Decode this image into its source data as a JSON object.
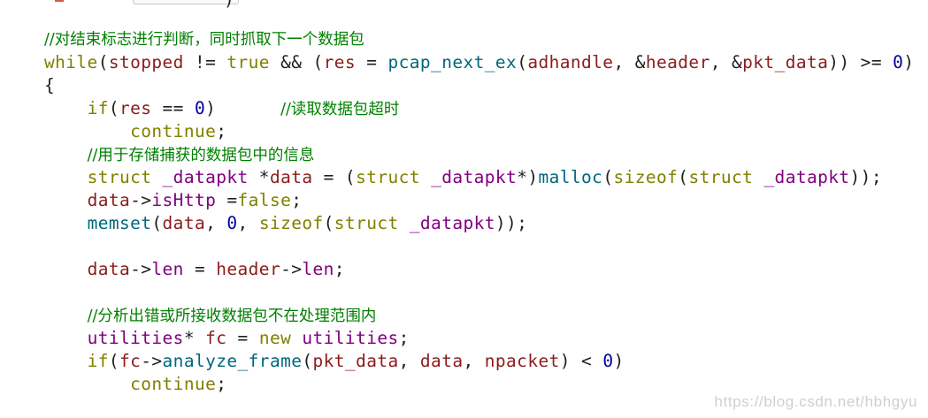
{
  "colors": {
    "plain": "#1f1f1f",
    "keyword": "#808000",
    "type": "#800080",
    "function": "#00677c",
    "variable": "#8b1c1c",
    "number": "#0000a0",
    "comment": "#008000",
    "operator": "#333333"
  },
  "code": {
    "lines": [
      {
        "tokens": [
          {
            "t": "//对结束标志进行判断，同时抓取下一个数据包",
            "k": "comment"
          }
        ]
      },
      {
        "tokens": [
          {
            "t": "while",
            "k": "keyword"
          },
          {
            "t": "(",
            "k": "plain"
          },
          {
            "t": "stopped",
            "k": "variable"
          },
          {
            "t": " != ",
            "k": "plain"
          },
          {
            "t": "true",
            "k": "keyword"
          },
          {
            "t": " && (",
            "k": "plain"
          },
          {
            "t": "res",
            "k": "variable"
          },
          {
            "t": " = ",
            "k": "plain"
          },
          {
            "t": "pcap_next_ex",
            "k": "function"
          },
          {
            "t": "(",
            "k": "plain"
          },
          {
            "t": "adhandle",
            "k": "variable"
          },
          {
            "t": ", &",
            "k": "plain"
          },
          {
            "t": "header",
            "k": "variable"
          },
          {
            "t": ", &",
            "k": "plain"
          },
          {
            "t": "pkt_data",
            "k": "variable"
          },
          {
            "t": ")) >= ",
            "k": "plain"
          },
          {
            "t": "0",
            "k": "number"
          },
          {
            "t": ")",
            "k": "plain"
          }
        ]
      },
      {
        "tokens": [
          {
            "t": "{",
            "k": "plain"
          }
        ]
      },
      {
        "tokens": [
          {
            "t": "    ",
            "k": "plain"
          },
          {
            "t": "if",
            "k": "keyword"
          },
          {
            "t": "(",
            "k": "plain"
          },
          {
            "t": "res",
            "k": "variable"
          },
          {
            "t": " == ",
            "k": "plain"
          },
          {
            "t": "0",
            "k": "number"
          },
          {
            "t": ")      ",
            "k": "plain"
          },
          {
            "t": "//读取数据包超时",
            "k": "comment"
          }
        ]
      },
      {
        "tokens": [
          {
            "t": "        ",
            "k": "plain"
          },
          {
            "t": "continue",
            "k": "keyword"
          },
          {
            "t": ";",
            "k": "plain"
          }
        ]
      },
      {
        "tokens": [
          {
            "t": "    ",
            "k": "plain"
          },
          {
            "t": "//用于存储捕获的数据包中的信息",
            "k": "comment"
          }
        ]
      },
      {
        "tokens": [
          {
            "t": "    ",
            "k": "plain"
          },
          {
            "t": "struct",
            "k": "keyword"
          },
          {
            "t": " ",
            "k": "plain"
          },
          {
            "t": "_datapkt",
            "k": "type"
          },
          {
            "t": " *",
            "k": "plain"
          },
          {
            "t": "data",
            "k": "variable"
          },
          {
            "t": " = (",
            "k": "plain"
          },
          {
            "t": "struct",
            "k": "keyword"
          },
          {
            "t": " ",
            "k": "plain"
          },
          {
            "t": "_datapkt",
            "k": "type"
          },
          {
            "t": "*)",
            "k": "plain"
          },
          {
            "t": "malloc",
            "k": "function"
          },
          {
            "t": "(",
            "k": "plain"
          },
          {
            "t": "sizeof",
            "k": "keyword"
          },
          {
            "t": "(",
            "k": "plain"
          },
          {
            "t": "struct",
            "k": "keyword"
          },
          {
            "t": " ",
            "k": "plain"
          },
          {
            "t": "_datapkt",
            "k": "type"
          },
          {
            "t": "));",
            "k": "plain"
          }
        ]
      },
      {
        "tokens": [
          {
            "t": "    ",
            "k": "plain"
          },
          {
            "t": "data",
            "k": "variable"
          },
          {
            "t": "->",
            "k": "plain"
          },
          {
            "t": "isHttp",
            "k": "type"
          },
          {
            "t": " =",
            "k": "plain"
          },
          {
            "t": "false",
            "k": "keyword"
          },
          {
            "t": ";",
            "k": "plain"
          }
        ]
      },
      {
        "tokens": [
          {
            "t": "    ",
            "k": "plain"
          },
          {
            "t": "memset",
            "k": "function"
          },
          {
            "t": "(",
            "k": "plain"
          },
          {
            "t": "data",
            "k": "variable"
          },
          {
            "t": ", ",
            "k": "plain"
          },
          {
            "t": "0",
            "k": "number"
          },
          {
            "t": ", ",
            "k": "plain"
          },
          {
            "t": "sizeof",
            "k": "keyword"
          },
          {
            "t": "(",
            "k": "plain"
          },
          {
            "t": "struct",
            "k": "keyword"
          },
          {
            "t": " ",
            "k": "plain"
          },
          {
            "t": "_datapkt",
            "k": "type"
          },
          {
            "t": "));",
            "k": "plain"
          }
        ]
      },
      {
        "tokens": []
      },
      {
        "tokens": [
          {
            "t": "    ",
            "k": "plain"
          },
          {
            "t": "data",
            "k": "variable"
          },
          {
            "t": "->",
            "k": "plain"
          },
          {
            "t": "len",
            "k": "type"
          },
          {
            "t": " = ",
            "k": "plain"
          },
          {
            "t": "header",
            "k": "variable"
          },
          {
            "t": "->",
            "k": "plain"
          },
          {
            "t": "len",
            "k": "type"
          },
          {
            "t": ";",
            "k": "plain"
          }
        ]
      },
      {
        "tokens": []
      },
      {
        "tokens": [
          {
            "t": "    ",
            "k": "plain"
          },
          {
            "t": "//分析出错或所接收数据包不在处理范围内",
            "k": "comment"
          }
        ]
      },
      {
        "tokens": [
          {
            "t": "    ",
            "k": "plain"
          },
          {
            "t": "utilities",
            "k": "type"
          },
          {
            "t": "* ",
            "k": "plain"
          },
          {
            "t": "fc",
            "k": "variable"
          },
          {
            "t": " = ",
            "k": "plain"
          },
          {
            "t": "new",
            "k": "keyword"
          },
          {
            "t": " ",
            "k": "plain"
          },
          {
            "t": "utilities",
            "k": "type"
          },
          {
            "t": ";",
            "k": "plain"
          }
        ]
      },
      {
        "tokens": [
          {
            "t": "    ",
            "k": "plain"
          },
          {
            "t": "if",
            "k": "keyword"
          },
          {
            "t": "(",
            "k": "plain"
          },
          {
            "t": "fc",
            "k": "variable"
          },
          {
            "t": "->",
            "k": "plain"
          },
          {
            "t": "analyze_frame",
            "k": "function"
          },
          {
            "t": "(",
            "k": "plain"
          },
          {
            "t": "pkt_data",
            "k": "variable"
          },
          {
            "t": ", ",
            "k": "plain"
          },
          {
            "t": "data",
            "k": "variable"
          },
          {
            "t": ", ",
            "k": "plain"
          },
          {
            "t": "npacket",
            "k": "variable"
          },
          {
            "t": ") < ",
            "k": "plain"
          },
          {
            "t": "0",
            "k": "number"
          },
          {
            "t": ")",
            "k": "plain"
          }
        ]
      },
      {
        "tokens": [
          {
            "t": "        ",
            "k": "plain"
          },
          {
            "t": "continue",
            "k": "keyword"
          },
          {
            "t": ";",
            "k": "plain"
          }
        ]
      }
    ]
  },
  "top_cutoff": {
    "paren": ")"
  },
  "watermark": "https://blog.csdn.net/hbhgyu"
}
